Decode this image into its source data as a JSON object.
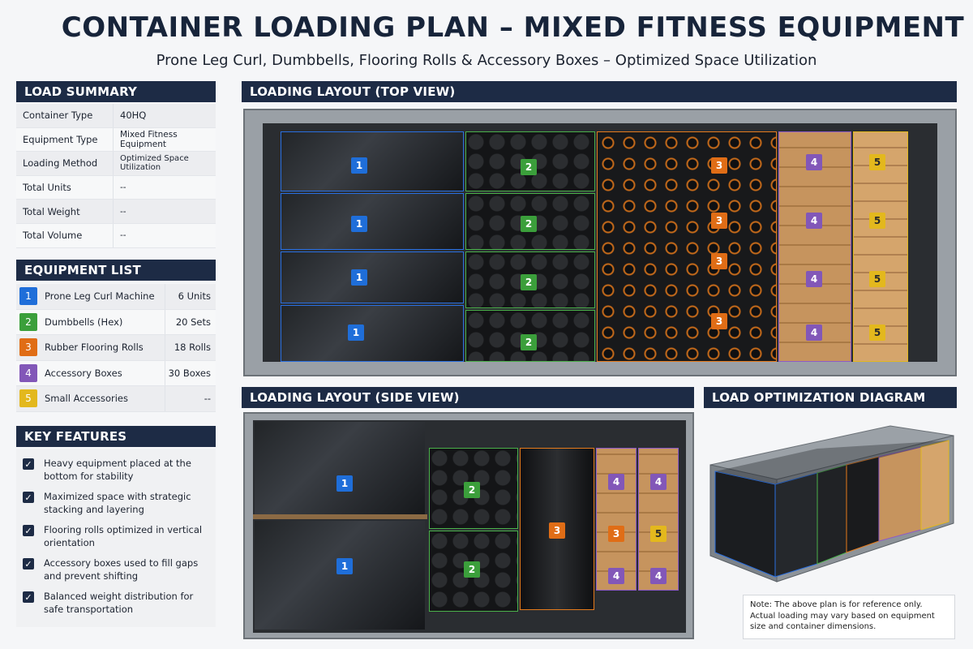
{
  "title": "CONTAINER LOADING PLAN – MIXED FITNESS EQUIPMENT",
  "subtitle": "Prone Leg Curl, Dumbbells, Flooring Rolls & Accessory Boxes – Optimized Space Utilization",
  "load_summary": {
    "header": "LOAD SUMMARY",
    "rows": [
      {
        "key": "Container Type",
        "value": "40HQ"
      },
      {
        "key": "Equipment Type",
        "value": "Mixed Fitness Equipment"
      },
      {
        "key": "Loading Method",
        "value": "Optimized Space Utilization"
      },
      {
        "key": "Total Units",
        "value": "--"
      },
      {
        "key": "Total Weight",
        "value": "--"
      },
      {
        "key": "Total Volume",
        "value": "--"
      }
    ]
  },
  "equipment_list": {
    "header": "EQUIPMENT LIST",
    "items": [
      {
        "num": "1",
        "name": "Prone Leg Curl Machine",
        "count": "6 Units",
        "color": "#1f6ed9"
      },
      {
        "num": "2",
        "name": "Dumbbells (Hex)",
        "count": "20 Sets",
        "color": "#3b9f3b"
      },
      {
        "num": "3",
        "name": "Rubber Flooring Rolls",
        "count": "18 Rolls",
        "color": "#e06d16"
      },
      {
        "num": "4",
        "name": "Accessory Boxes",
        "count": "30 Boxes",
        "color": "#8257b8"
      },
      {
        "num": "5",
        "name": "Small Accessories",
        "count": "--",
        "color": "#e3b81d"
      }
    ]
  },
  "key_features": {
    "header": "KEY FEATURES",
    "items": [
      "Heavy equipment placed at the bottom for stability",
      "Maximized space with strategic stacking and layering",
      "Flooring rolls optimized in vertical orientation",
      "Accessory boxes used to fill gaps and prevent shifting",
      "Balanced weight distribution for safe transportation"
    ]
  },
  "top_view": {
    "header": "LOADING LAYOUT (TOP VIEW)"
  },
  "side_view": {
    "header": "LOADING LAYOUT (SIDE VIEW)"
  },
  "optimization": {
    "header": "LOAD OPTIMIZATION DIAGRAM",
    "note": "Note: The above plan is for reference only. Actual loading may vary based on equipment size and container dimensions."
  },
  "labels": {
    "one": "1",
    "two": "2",
    "three": "3",
    "four": "4",
    "five": "5"
  }
}
